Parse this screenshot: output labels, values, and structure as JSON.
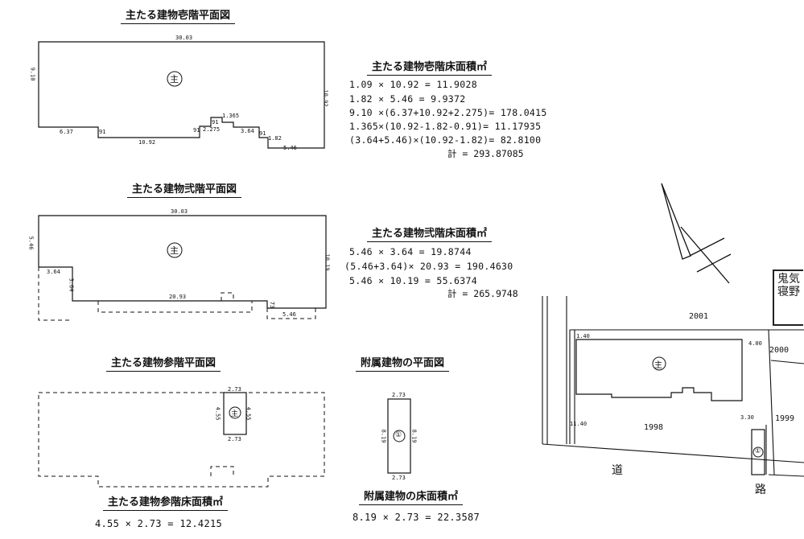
{
  "floor1": {
    "title": "主たる建物壱階平面図",
    "top_dim": "30.03",
    "left_dim": "9.10",
    "right_dim": "10.92",
    "bottom_dims": [
      "6.37",
      "10.92",
      "2.275",
      "1.365",
      "3.64",
      "5.46"
    ],
    "step_dims": [
      "91",
      "91",
      "91",
      "91",
      "1.82"
    ],
    "mark": "主"
  },
  "floor1_area": {
    "title": "主たる建物壱階床面積㎡",
    "rows": [
      "1.09       ×      10.92 = 11.9028",
      "1.82       ×       5.46 =  9.9372",
      "9.10 ×(6.37+10.92+2.275)= 178.0415",
      "1.365×(10.92-1.82-0.91)=  11.17935",
      "(3.64+5.46)×(10.92-1.82)= 82.8100"
    ],
    "total": "計 = 293.87085"
  },
  "floor2": {
    "title": "主たる建物弐階平面図",
    "top_dim": "30.03",
    "left_dim": "5.46",
    "right_dim": "10.19",
    "dims": [
      "3.64",
      "3.64",
      "20.93",
      "5.46",
      "73"
    ],
    "mark": "主"
  },
  "floor2_area": {
    "title": "主たる建物弐階床面積㎡",
    "rows": [
      "5.46        ×       3.64 = 19.8744",
      "(5.46+3.64)×      20.93 = 190.4630",
      "5.46        ×      10.19 = 55.6374"
    ],
    "total": "計 = 265.9748"
  },
  "floor3": {
    "title": "主たる建物参階平面図",
    "dims": [
      "2.73",
      "4.55",
      "4.55",
      "2.73"
    ],
    "mark": "主"
  },
  "floor3_area": {
    "title": "主たる建物参階床面積㎡",
    "row": "4.55      ×     2.73 = 12.4215"
  },
  "annex": {
    "title": "附属建物の平面図",
    "dims": [
      "2.73",
      "8.19",
      "8.19",
      "2.73"
    ],
    "mark": "①"
  },
  "annex_area": {
    "title": "附属建物の床面積㎡",
    "row": "8.19   ×  2.73 = 22.3587"
  },
  "site": {
    "lots": [
      "2001",
      "2000",
      "1998",
      "1999"
    ],
    "small_labels": [
      "1.40",
      "4.00",
      "11.40",
      "3.30"
    ],
    "road": [
      "道",
      "路"
    ],
    "main_mark": "主",
    "annex_mark": "①"
  },
  "seal": {
    "text": "鬼気寝野"
  }
}
